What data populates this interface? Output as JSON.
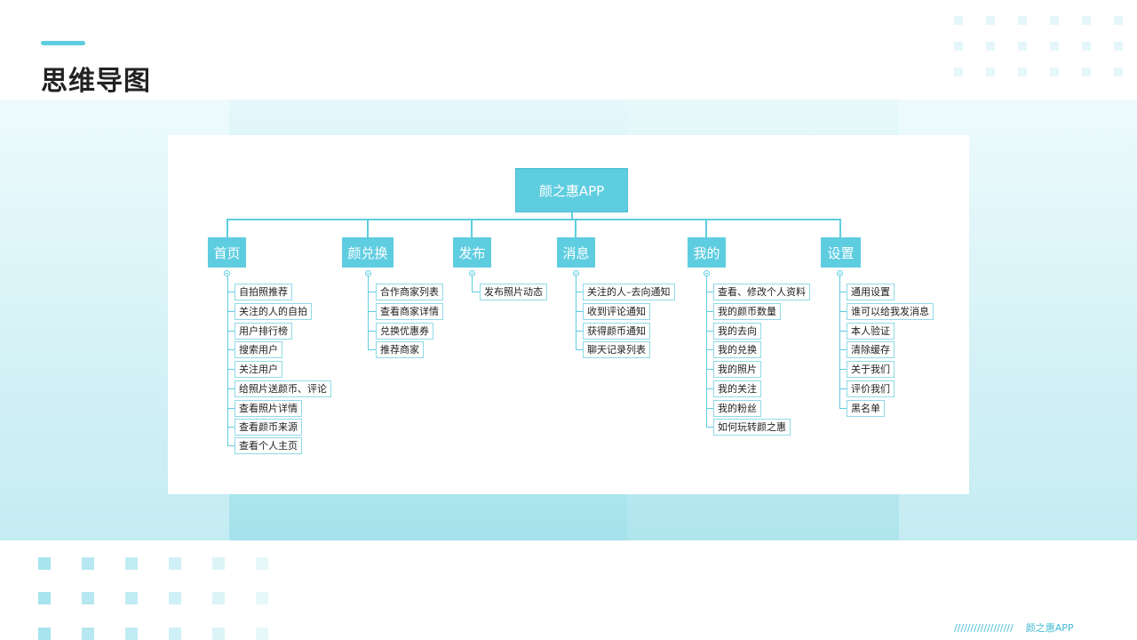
{
  "header": {
    "title": "思维导图"
  },
  "footer": {
    "slashes": "//////////////////",
    "brand": "颜之惠APP"
  },
  "mindmap": {
    "root": "颜之惠APP",
    "branches": [
      {
        "label": "首页",
        "children": [
          "自拍照推荐",
          "关注的人的自拍",
          "用户排行榜",
          "搜索用户",
          "关注用户",
          "给照片送颜币、评论",
          "查看照片详情",
          "查看颜币来源",
          "查看个人主页"
        ]
      },
      {
        "label": "颜兑换",
        "children": [
          "合作商家列表",
          "查看商家详情",
          "兑换优惠券",
          "推荐商家"
        ]
      },
      {
        "label": "发布",
        "children": [
          "发布照片动态"
        ]
      },
      {
        "label": "消息",
        "children": [
          "关注的人–去向通知",
          "收到评论通知",
          "获得颜币通知",
          "聊天记录列表"
        ]
      },
      {
        "label": "我的",
        "children": [
          "查看、修改个人资料",
          "我的颜币数量",
          "我的去向",
          "我的兑换",
          "我的照片",
          "我的关注",
          "我的粉丝",
          "如何玩转颜之惠"
        ]
      },
      {
        "label": "设置",
        "children": [
          "通用设置",
          "谁可以给我发消息",
          "本人验证",
          "清除缓存",
          "关于我们",
          "评价我们",
          "黑名单"
        ]
      }
    ]
  }
}
